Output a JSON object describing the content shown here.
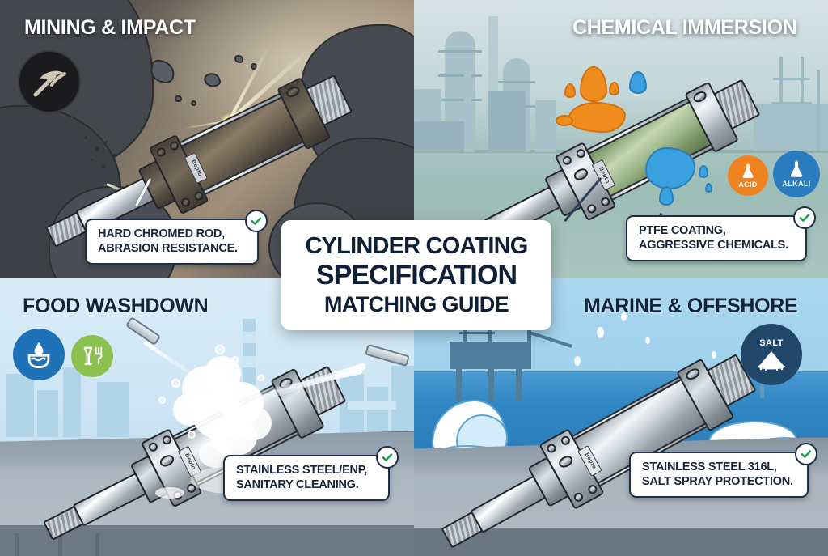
{
  "poster": {
    "title_line1": "CYLINDER COATING",
    "title_line2": "SPECIFICATION",
    "title_line3": "MATCHING GUIDE",
    "brand": "Bepto"
  },
  "colors": {
    "title_text": "#0f2036",
    "callout_border": "#1d2f47",
    "callout_text": "#16253a",
    "check_green": "#1f9d55",
    "acid_orange": "#ef8322",
    "alkali_blue": "#2a7cc0",
    "washdown_blue": "#1d72b8",
    "food_green": "#8cc152",
    "salt_navy": "#21476b",
    "heading_light": "#ffffff",
    "heading_dark": "#12243c",
    "ptfe_green": "#9cb68a"
  },
  "quadrants": [
    {
      "id": "mining",
      "heading": "MINING & IMPACT",
      "heading_style": "light",
      "icon": "pickaxe-icon",
      "callout": {
        "line1": "HARD CHROMED ROD,",
        "line2": "ABRASION RESISTANCE.",
        "check": "check-icon"
      },
      "badges": []
    },
    {
      "id": "chemical",
      "heading": "CHEMICAL IMMERSION",
      "heading_style": "light",
      "icon": "",
      "callout": {
        "line1": "PTFE COATING,",
        "line2": "AGGRESSIVE CHEMICALS.",
        "check": "check-icon"
      },
      "badges": [
        {
          "label": "ACID",
          "icon": "flask-icon",
          "color": "#ef8322"
        },
        {
          "label": "ALKALI",
          "icon": "flask-icon",
          "color": "#2a7cc0"
        }
      ]
    },
    {
      "id": "food",
      "heading": "FOOD WASHDOWN",
      "heading_style": "dark",
      "icon": "",
      "callout": {
        "line1": "STAINLESS STEEL/ENP,",
        "line2": "SANITARY CLEANING.",
        "check": "check-icon"
      },
      "badges": [
        {
          "label": "",
          "icon": "washdown-drop-icon",
          "color": "#1d72b8"
        },
        {
          "label": "",
          "icon": "food-safe-icon",
          "color": "#8cc152"
        }
      ]
    },
    {
      "id": "marine",
      "heading": "MARINE & OFFSHORE",
      "heading_style": "dark",
      "icon": "",
      "callout": {
        "line1": "STAINLESS STEEL 316L,",
        "line2": "SALT SPRAY PROTECTION.",
        "check": "check-icon"
      },
      "badges": [
        {
          "label": "SALT",
          "icon": "salt-pile-icon",
          "color": "#21476b"
        }
      ]
    }
  ]
}
